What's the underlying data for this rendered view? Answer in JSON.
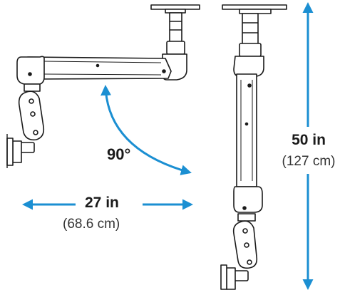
{
  "colors": {
    "arrow": "#1b8fd2",
    "arm_stroke": "#1a1a1a",
    "arm_fill": "#ffffff",
    "text": "#1a1a1a"
  },
  "angle": {
    "value": "90°"
  },
  "width": {
    "primary": "27 in",
    "secondary": "(68.6 cm)"
  },
  "height": {
    "primary": "50 in",
    "secondary": "(127 cm)"
  }
}
